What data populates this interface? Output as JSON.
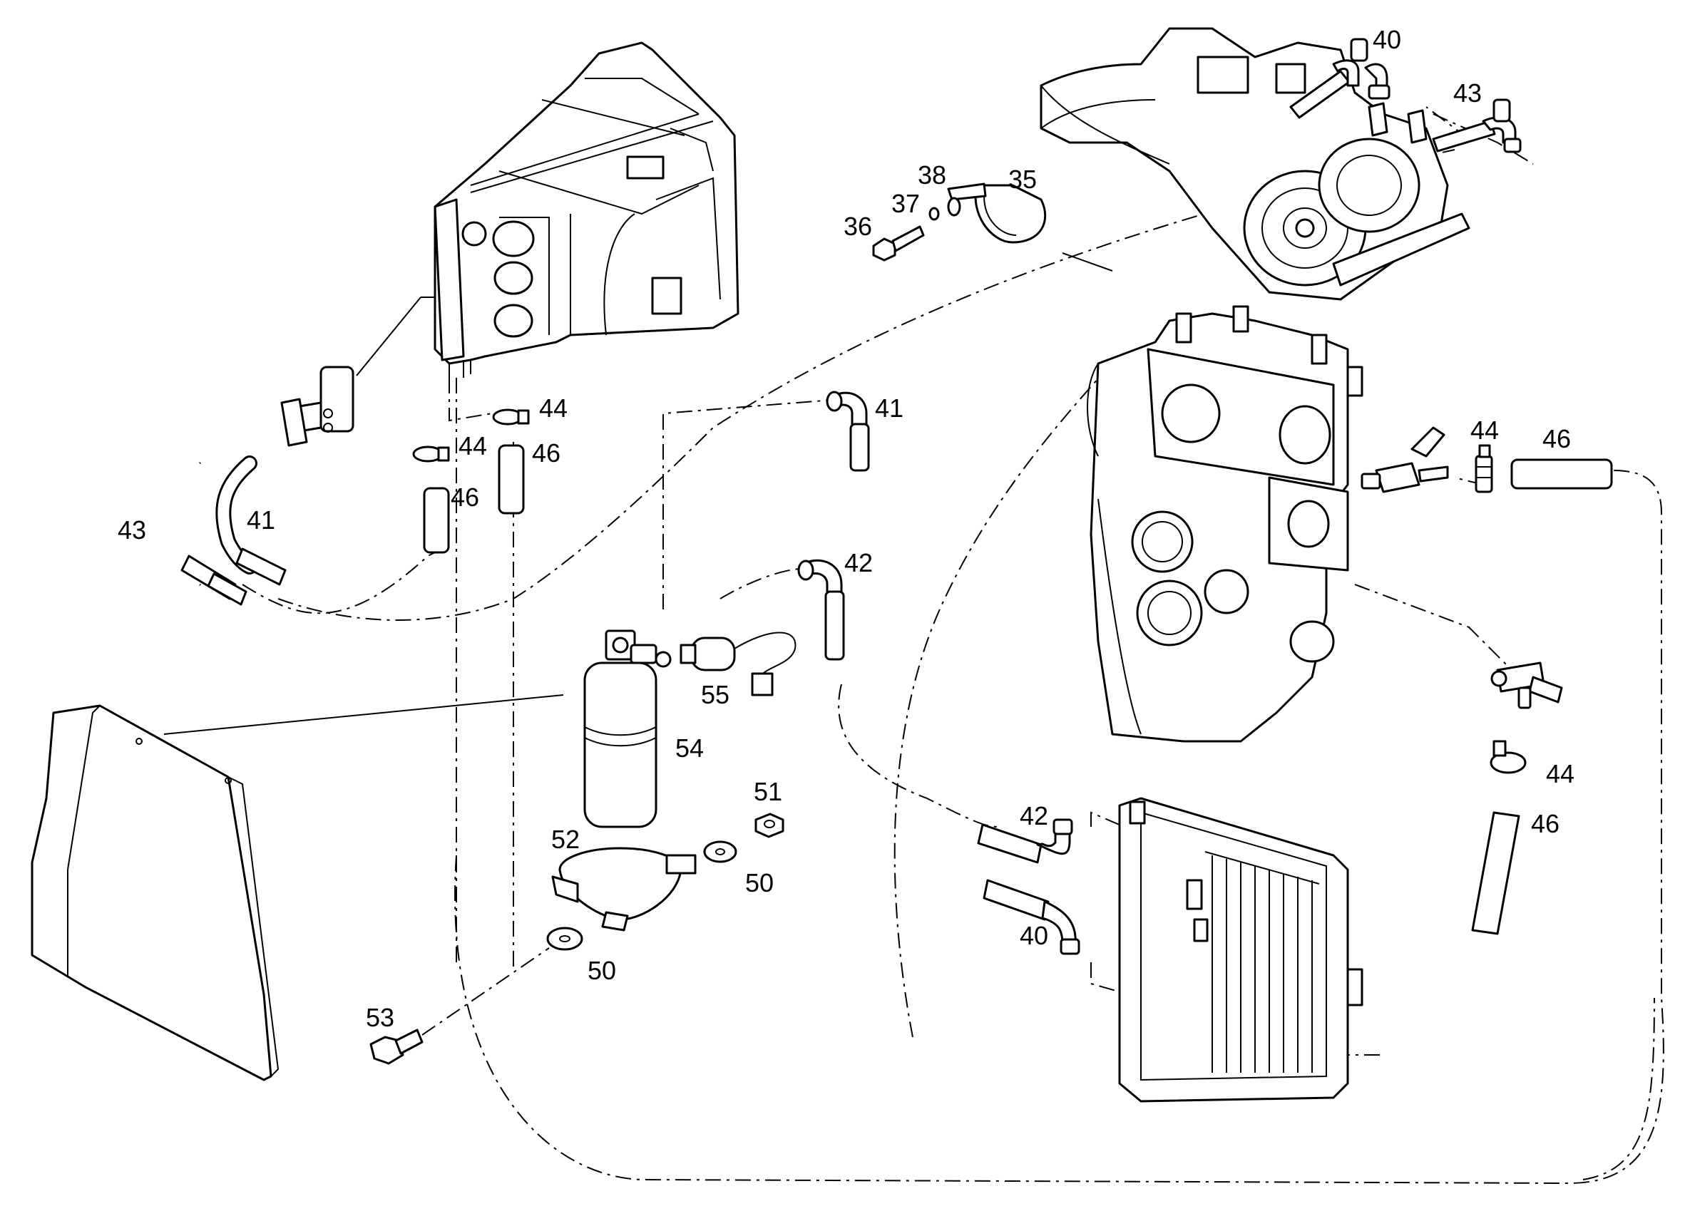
{
  "callouts": {
    "c35": "35",
    "c36": "36",
    "c37": "37",
    "c38": "38",
    "c40a": "40",
    "c40b": "40",
    "c41a": "41",
    "c41b": "41",
    "c42a": "42",
    "c42b": "42",
    "c43a": "43",
    "c43b": "43",
    "c44a": "44",
    "c44b": "44",
    "c44c": "44",
    "c44d": "44",
    "c46a": "46",
    "c46b": "46",
    "c46c": "46",
    "c46d": "46",
    "c50a": "50",
    "c50b": "50",
    "c51": "51",
    "c52": "52",
    "c53": "53",
    "c54": "54",
    "c55": "55"
  },
  "colors": {
    "line": "#000000",
    "background": "#ffffff"
  }
}
